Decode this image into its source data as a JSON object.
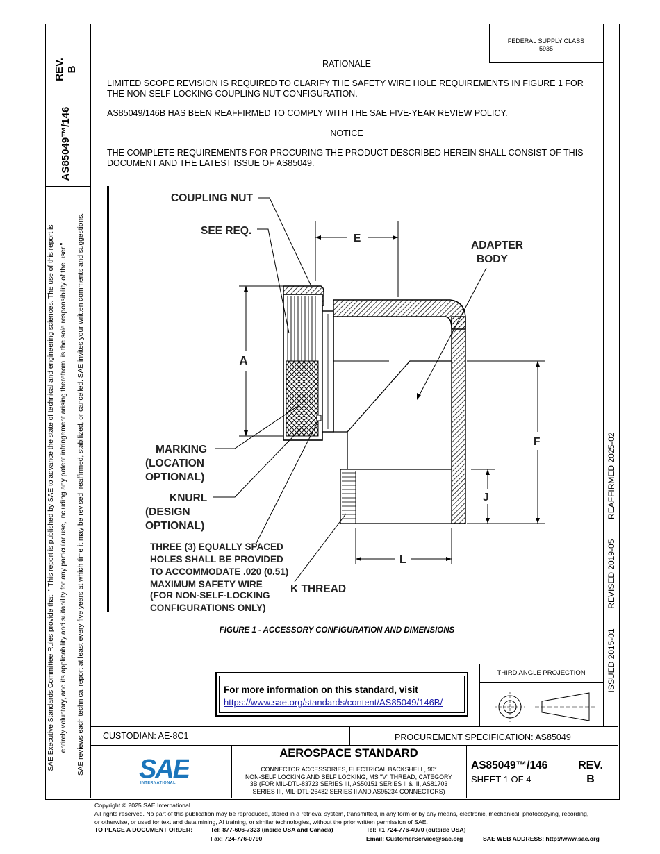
{
  "side": {
    "rev_label": "REV.",
    "rev_value": "B",
    "doc_number": "AS85049™/146",
    "rules_line1": "SAE Executive Standards Committee Rules provide that: \"  This report is published by SAE to advance the state of technical and engineering sciences. The use of this report is",
    "rules_line2": "entirely voluntary, and its applicability and suitability for any particular use, including any patent infringement arising therefrom, is the sole responsibility of the user.\"",
    "rules_line3": "SAE reviews each technical report at least every five years at which time it may be revised, reaffirmed, stabilized, or cancelled. SAE invites your written comments and suggestions."
  },
  "right_strip": {
    "issued": "ISSUED 2015-01",
    "revised": "REVISED 2019-05",
    "reaffirmed": "REAFFIRMED 2025-02"
  },
  "header": {
    "supply_class_label": "FEDERAL SUPPLY CLASS",
    "supply_class_value": "5935"
  },
  "body": {
    "rationale_heading": "RATIONALE",
    "rationale_p1": "LIMITED SCOPE REVISION IS REQUIRED TO CLARIFY THE SAFETY WIRE HOLE REQUIREMENTS IN FIGURE 1 FOR THE NON-SELF-LOCKING COUPLING NUT CONFIGURATION.",
    "rationale_p2": "AS85049/146B HAS BEEN REAFFIRMED TO COMPLY WITH THE SAE FIVE-YEAR REVIEW POLICY.",
    "notice_heading": "NOTICE",
    "notice_p1": "THE COMPLETE REQUIREMENTS FOR PROCURING THE PRODUCT DESCRIBED HEREIN SHALL CONSIST OF THIS DOCUMENT AND THE LATEST ISSUE OF AS85049."
  },
  "figure": {
    "coupling_nut": "COUPLING NUT",
    "see_req": "SEE REQ.",
    "dim_e": "E",
    "adapter_1": "ADAPTER",
    "adapter_2": "BODY",
    "dim_a": "A",
    "dim_f": "F",
    "dim_j": "J",
    "dim_l": "L",
    "marking_1": "MARKING",
    "marking_2": "(LOCATION",
    "marking_3": "OPTIONAL)",
    "knurl_1": "KNURL",
    "knurl_2": "(DESIGN",
    "knurl_3": "OPTIONAL)",
    "holes_1": "THREE (3) EQUALLY SPACED",
    "holes_2": "HOLES SHALL BE PROVIDED",
    "holes_3": "TO ACCOMMODATE .020 (0.51)",
    "holes_4": "MAXIMUM SAFETY WIRE",
    "holes_5": "(FOR NON-SELF-LOCKING",
    "holes_6": "CONFIGURATIONS ONLY)",
    "k_thread": "K THREAD",
    "caption": "FIGURE 1 - ACCESSORY CONFIGURATION AND DIMENSIONS"
  },
  "info_box": {
    "heading": "For more information on this standard, visit",
    "url": "https://www.sae.org/standards/content/AS85049/146B/"
  },
  "projection": {
    "label": "THIRD ANGLE PROJECTION"
  },
  "title_block": {
    "custodian": "CUSTODIAN: AE-8C1",
    "procurement": "PROCUREMENT SPECIFICATION: AS85049",
    "logo_text": "INTERNATIONAL",
    "standard_type": "AEROSPACE STANDARD",
    "description_1": "CONNECTOR ACCESSORIES, ELECTRICAL BACKSHELL, 90°",
    "description_2": "NON-SELF LOCKING AND SELF LOCKING, MS \"V\" THREAD, CATEGORY",
    "description_3": "3B (FOR MIL-DTL-83723 SERIES III, AS50151 SERIES II & III, AS81703",
    "description_4": "SERIES III, MIL-DTL-26482 SERIES II AND AS95234 CONNECTORS)",
    "doc_number": "AS85049™/146",
    "sheet": "SHEET 1 OF 4",
    "rev_label": "REV.",
    "rev_value": "B"
  },
  "footer": {
    "copyright": "Copyright © 2025 SAE International",
    "rights_1": "All rights reserved. No part of this publication may be reproduced, stored in a retrieval system, transmitted, in any form or by any means, electronic, mechanical, photocopying, recording,",
    "rights_2": "or otherwise, or used for text and data mining, AI training, or similar technologies, without the prior written permission of SAE.",
    "order_label": "TO PLACE A DOCUMENT ORDER:",
    "tel_us": "Tel:  877-606-7323 (inside USA and Canada)",
    "tel_intl": "Tel:  +1 724-776-4970 (outside USA)",
    "fax": "Fax:  724-776-0790",
    "email": "Email:  CustomerService@sae.org",
    "web": "SAE WEB ADDRESS:  http://www.sae.org"
  }
}
